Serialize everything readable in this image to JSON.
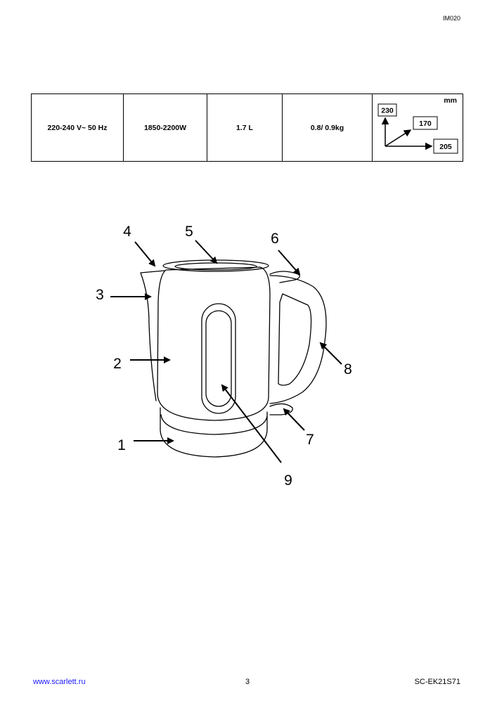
{
  "header": {
    "doc_code": "IM020"
  },
  "specs": {
    "voltage": "220-240 V~ 50 Hz",
    "power": "1850-2200W",
    "capacity": "1.7 L",
    "weight": "0.8/ 0.9kg",
    "dimensions": {
      "unit": "mm",
      "height": "230",
      "depth": "170",
      "width": "205"
    }
  },
  "figure": {
    "callouts": [
      "1",
      "2",
      "3",
      "4",
      "5",
      "6",
      "7",
      "8",
      "9"
    ]
  },
  "footer": {
    "website": "www.scarlett.ru",
    "page_number": "3",
    "model": "SC-EK21S71"
  }
}
